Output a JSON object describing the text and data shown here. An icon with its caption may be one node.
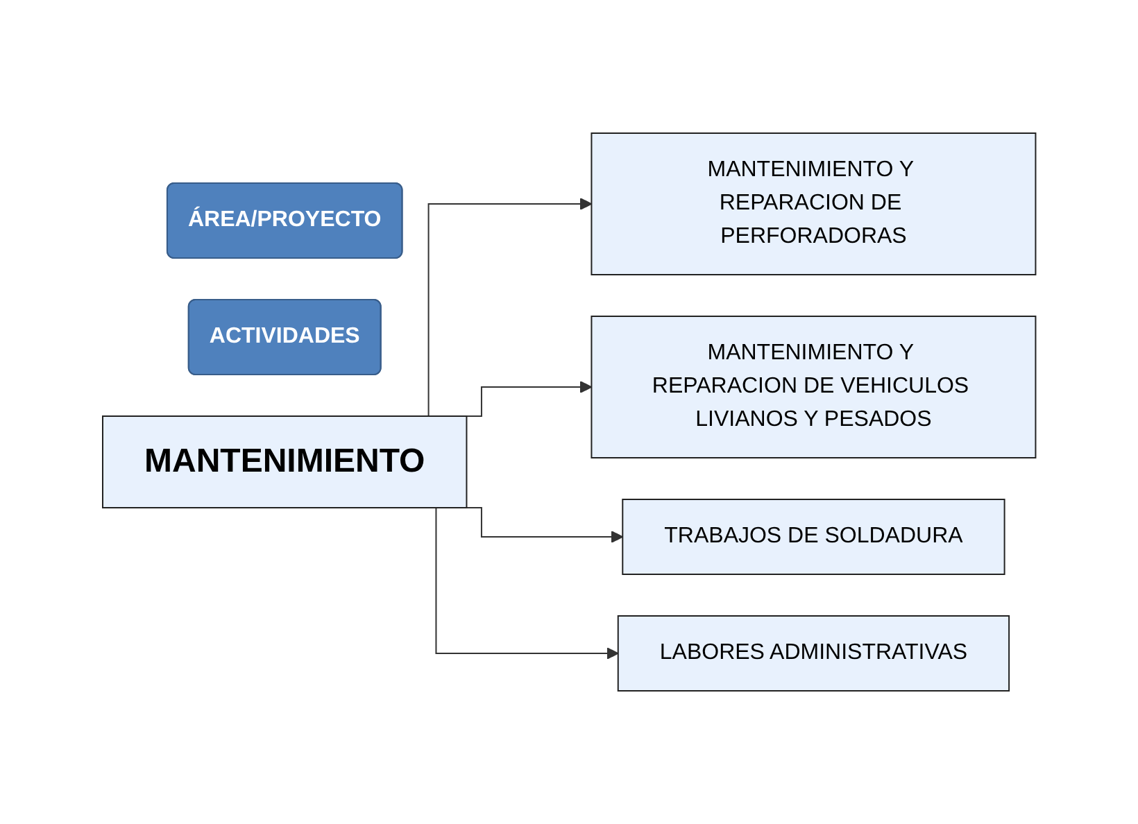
{
  "diagram": {
    "nodes": [
      {
        "text": [
          "ÁREA/PROYECTO"
        ]
      },
      {
        "text": [
          "ACTIVIDADES"
        ]
      },
      {
        "text": [
          "MANTENIMIENTO"
        ]
      },
      {
        "text": [
          "MANTENIMIENTO Y REPARACION DE PERFORADORAS"
        ]
      },
      {
        "text": [
          "MANTENIMIENTO Y REPARACION DE VEHICULOS LIVIANOS Y PESADOS"
        ]
      },
      {
        "text": [
          "TRABAJOS DE SOLDADURA"
        ]
      },
      {
        "text": [
          "LABORES ADMINISTRATIVAS"
        ]
      }
    ],
    "edges": [
      {
        "from": 2,
        "to": 3,
        "arrow": "to"
      },
      {
        "from": 2,
        "to": 4,
        "arrow": "to"
      },
      {
        "from": 2,
        "to": 5,
        "arrow": "to"
      },
      {
        "from": 2,
        "to": 6,
        "arrow": "to"
      }
    ]
  }
}
